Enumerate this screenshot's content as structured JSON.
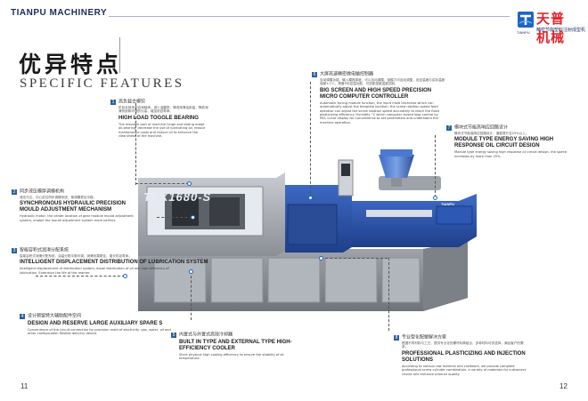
{
  "header": {
    "brand": "TIANPU MACHINERY",
    "logo_cn": "天普机械",
    "logo_sub": "精密节能塑料注射成型机",
    "logo_en": "TIANPU"
  },
  "titles": {
    "cn": "优异特点",
    "en": "SPECIFIC FEATURES"
  },
  "machine": {
    "model": "TPX1680-S",
    "panel_label": "TIANPU"
  },
  "features": [
    {
      "num": "1",
      "cn": "高负载合模铰",
      "en": "HIGH LOAD TOGGLE BEARING",
      "cndesc": "机铰全部采用自润轴承，减少油磨损，降低润滑油用量，降低润滑系统和环境的污染，增加机铰寿命。",
      "desc": "The movable part of machine hinge and sliding adopt oil-bearing, decrease the use of lubricating oil, reduce maintenance costs and reduce oil to enhance the cleanliness of the machine."
    },
    {
      "num": "2",
      "cn": "同步液压模厚调模机构",
      "en": "SYNCHRONOUS HYDRAULIC PRECISION MOULD ADJUSTMENT MECHANISM",
      "cndesc": "液压马达、中心定位同步调模系统，使调模更加平稳。",
      "desc": "Hydraulic motor, the center location of gear module mould adjustment system, enable the mould adjustment system more perfect."
    },
    {
      "num": "3",
      "cn": "智能容积式润滑分配系统",
      "en": "INTELLIGENT DISPLACEMENT DISTRIBUTION OF LUBRICATION SYSTEM",
      "cndesc": "智能容积式润滑分配系统，油量分配平衡可调，润滑效果更佳，增长机铰寿命。",
      "desc": "Intelligent displacement of distribution system, equal distribution of oil and high-efficiency of lubrication, Extension the life of the reamer."
    },
    {
      "num": "4",
      "cn": "设计预留特大辅助配件空间",
      "en": "DESIGN AND RESERVE LARGE AUXILIARY SPARE S",
      "cndesc": "",
      "desc": "Convenience of the circuit connection for precision mold of electricity, gas, water, oil and other configuration flexible delivery device."
    },
    {
      "num": "5",
      "cn": "内置式与外置式高效冷却器",
      "en": "BUILT IN TYPE AND EXTERNAL TYPE HIGH-EFFICIENCY COOLER",
      "cndesc": "",
      "desc": "Short physical high cooling efficiency to ensure the stability of oil temperature."
    },
    {
      "num": "6",
      "cn": "大屏高速精密微电脑控制器",
      "en": "BIG SCREEN AND HIGH SPEED PRECISION MICRO COMPUTER CONTROLLER",
      "cndesc": "自动调模功能，输入模具厚度，可以自动调模，锁模力可自动调整，设定温度与实际温度误差±1°C，具备PID控温功能，可选配湿度温度控制。",
      "desc": "Automatic tuning module function, the input mold thickness which can automatically adjust the template location; the screw rotation speed feed operator can adjust the screw rotation speed accurately to reach the fixed plasticizing efficiency. Humidity °C which computer closed loop control by PID, curve display for Convenience to set parameters and understand the machine operation."
    },
    {
      "num": "7",
      "cn": "模块式节能高响应回路设计",
      "en": "MODULE TYPE ENERGY SAVING HIGH RESPONSE OIL CIRCUIT DESIGN",
      "cndesc": "模块式节能高响应回路设计，速度提升至25%以上。",
      "desc": "Module type energy saving high response oil circuit design, the speed increases by more than 25%."
    },
    {
      "num": "8",
      "cn": "专业型化配塑解决方案",
      "en": "PROFESSIONAL PLASTICIZING AND INJECTION SOLUTIONS",
      "cndesc": "根据不同材料与工艺，提供专业化的螺杆料筒组合，多种材料可供选择，满足客户的需求。",
      "desc": "According to various raw material and craftwork, we provide complete professional screw cylinder combination, a variety of materials for customers' choice and enhance product quality."
    }
  ],
  "page_numbers": {
    "left": "11",
    "right": "12"
  },
  "colors": {
    "brand_blue": "#1d2b5a",
    "accent_blue": "#2c5f9e",
    "logo_red": "#e0262e",
    "machine_grey": "#8c9097",
    "machine_blue": "#2b53a8"
  }
}
